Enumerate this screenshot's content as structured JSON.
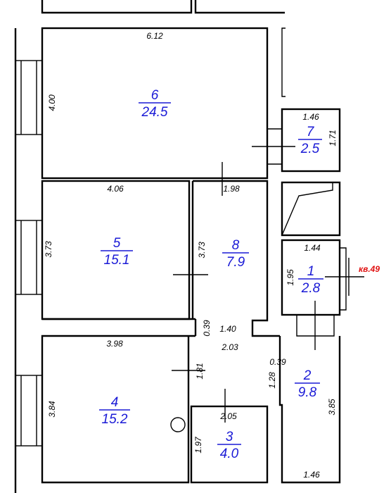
{
  "rooms": [
    {
      "id": "r6",
      "number": "6",
      "area": "24.5"
    },
    {
      "id": "r7",
      "number": "7",
      "area": "2.5"
    },
    {
      "id": "r5",
      "number": "5",
      "area": "15.1"
    },
    {
      "id": "r8",
      "number": "8",
      "area": "7.9"
    },
    {
      "id": "r1",
      "number": "1",
      "area": "2.8"
    },
    {
      "id": "r4",
      "number": "4",
      "area": "15.2"
    },
    {
      "id": "r2",
      "number": "2",
      "area": "9.8"
    },
    {
      "id": "r3",
      "number": "3",
      "area": "4.0"
    }
  ],
  "dimensions": {
    "d6_w": "6.12",
    "d6_h": "4.00",
    "d7_w": "1.46",
    "d7_h": "1.71",
    "d5_w": "4.06",
    "d5_h": "3.73",
    "d8_w": "1.98",
    "d8_h": "3.73",
    "d1_w": "1.44",
    "d1_h": "1.95",
    "d_039a": "0.39",
    "d_140": "1.40",
    "d_203": "2.03",
    "d_039b": "0.39",
    "d4_w": "3.98",
    "d4_h": "3.84",
    "d_181": "1.81",
    "d_128": "1.28",
    "d2_h": "3.85",
    "d2_w": "1.46",
    "d3_w": "2.05",
    "d3_h": "1.97"
  },
  "apartment_label": "кв.49",
  "colors": {
    "room_text": "#1a1ad6",
    "apartment_text": "#e01010",
    "walls": "#000000"
  }
}
